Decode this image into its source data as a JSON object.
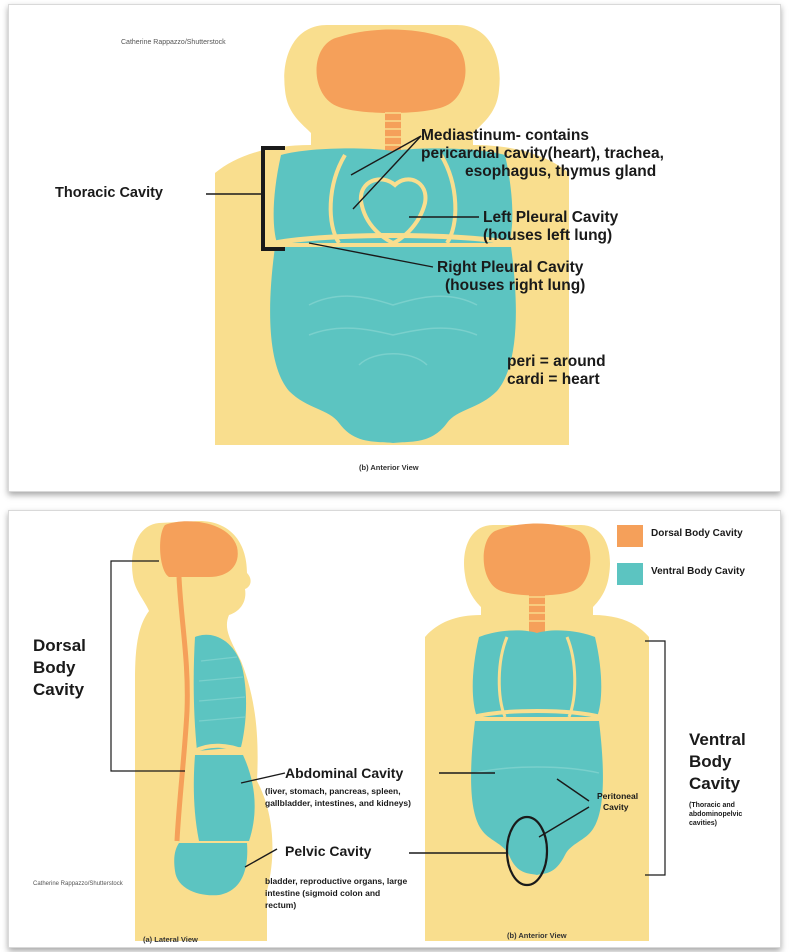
{
  "colors": {
    "skin": "#f9de8e",
    "dorsal": "#f5a05a",
    "ventral": "#5cc4c1",
    "line": "#1a1a1a"
  },
  "top_panel": {
    "credit": "Catherine Rappazzo/Shutterstock",
    "caption": "(b) Anterior View",
    "labels": {
      "thoracic": "Thoracic Cavity",
      "mediastinum_1": "Mediastinum- contains",
      "mediastinum_2": "pericardial cavity(heart), trachea,",
      "mediastinum_3": "esophagus, thymus gland",
      "left_pleural_1": "Left Pleural Cavity",
      "left_pleural_2": "(houses left lung)",
      "right_pleural_1": "Right Pleural Cavity",
      "right_pleural_2": "(houses right lung)",
      "peri": "peri = around",
      "cardi": "cardi = heart"
    }
  },
  "bottom_panel": {
    "legend": {
      "dorsal": "Dorsal Body Cavity",
      "ventral": "Ventral Body Cavity"
    },
    "dorsal_1": "Dorsal",
    "dorsal_2": "Body",
    "dorsal_3": "Cavity",
    "ventral_1": "Ventral",
    "ventral_2": "Body",
    "ventral_3": "Cavity",
    "ventral_note_1": "(Thoracic and",
    "ventral_note_2": "abdominopelvic",
    "ventral_note_3": "cavities)",
    "abdominal": "Abdominal Cavity",
    "abdominal_desc_1": "(liver, stomach, pancreas, spleen,",
    "abdominal_desc_2": "gallbladder, intestines, and kidneys)",
    "pelvic": "Pelvic Cavity",
    "pelvic_desc_1": "bladder, reproductive organs, large",
    "pelvic_desc_2": "intestine (sigmoid colon and",
    "pelvic_desc_3": "rectum)",
    "peritoneal_1": "Peritoneal",
    "peritoneal_2": "Cavity",
    "credit": "Catherine Rappazzo/Shutterstock",
    "caption_lateral": "(a) Lateral View",
    "caption_anterior": "(b) Anterior View"
  }
}
